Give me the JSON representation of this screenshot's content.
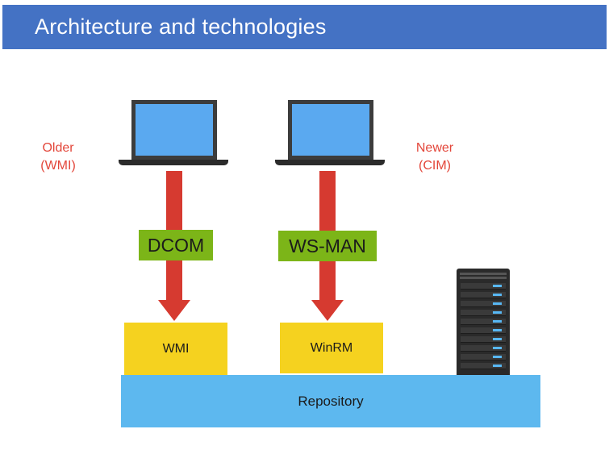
{
  "header": {
    "title": "Architecture and technologies"
  },
  "labels": {
    "older": {
      "line1": "Older",
      "line2": "(WMI)"
    },
    "newer": {
      "line1": "Newer",
      "line2": "(CIM)"
    }
  },
  "left_path": {
    "protocol": "DCOM",
    "component": "WMI"
  },
  "right_path": {
    "protocol": "WS-MAN",
    "component": "WinRM"
  },
  "repository": {
    "label": "Repository"
  },
  "icons": {
    "client": "laptop-icon",
    "server": "server-rack-icon"
  },
  "colors": {
    "title_bar": "#4472c4",
    "label_text": "#e3463a",
    "arrow": "#d63a30",
    "protocol_box": "#7cb518",
    "component_box": "#f5d21f",
    "repository": "#5db8ef",
    "screen": "#5aa9f0"
  }
}
